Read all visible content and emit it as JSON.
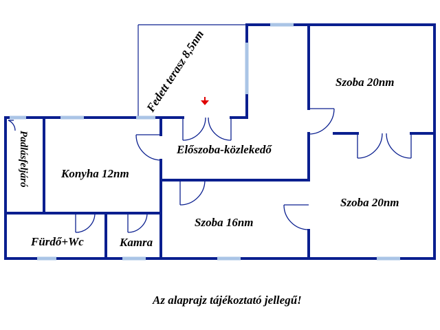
{
  "rooms": {
    "terrace": "Fedett terasz 8,5nm",
    "bedroom_top_right": "Szoba 20nm",
    "bedroom_bottom_right": "Szoba 20nm",
    "hallway": "Előszoba-közlekedő",
    "kitchen": "Konyha 12nm",
    "bedroom_middle": "Szoba 16nm",
    "attic_stair": "Padlásfeljáró",
    "bathroom": "Fürdő+Wc",
    "pantry": "Kamra"
  },
  "footer_note": "Az alaprajz tájékoztató jellegű!",
  "colors": {
    "wall": "#0a1f8f",
    "window": "#aac4e6",
    "entrance_arrow": "#e00000"
  },
  "icons": {
    "entrance_marker": "down-arrow-icon"
  }
}
